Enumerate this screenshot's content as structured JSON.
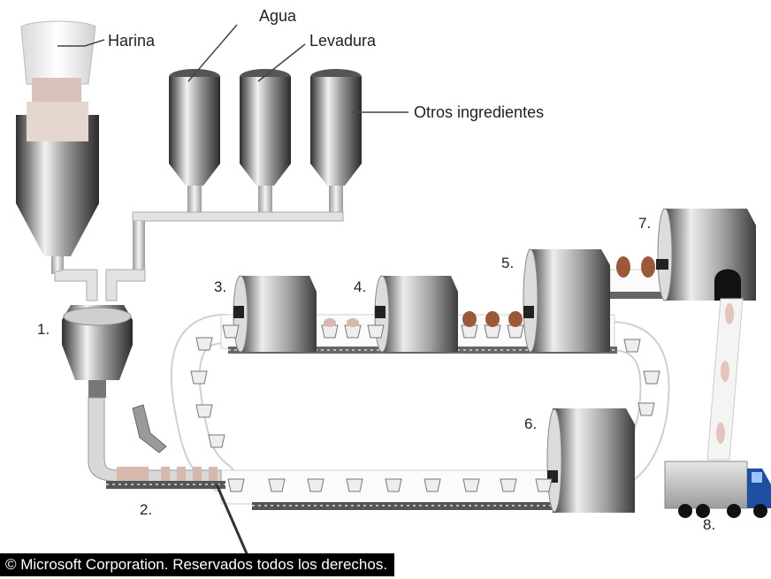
{
  "labels": {
    "harina": "Harina",
    "agua": "Agua",
    "levadura": "Levadura",
    "otros": "Otros ingredientes"
  },
  "steps": [
    "1.",
    "2.",
    "3.",
    "4.",
    "5.",
    "6.",
    "7.",
    "8."
  ],
  "copyright": "© Microsoft Corporation. Reservados todos los derechos.",
  "colors": {
    "metal_dark": "#3a3a3a",
    "metal_light": "#e8e8e8",
    "dough_raw": "#d7b8ad",
    "dough_baked": "#9a5a3a",
    "truck_cab": "#1f4fa0",
    "belt": "#555555"
  }
}
